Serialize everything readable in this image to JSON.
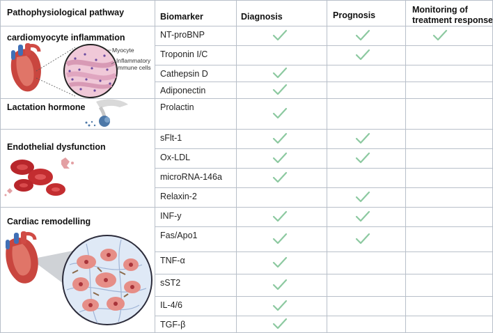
{
  "headers": {
    "pathway": "Pathophysiological pathway",
    "biomarker": "Biomarker",
    "diagnosis": "Diagnosis",
    "prognosis": "Prognosis",
    "monitoring_line1": "Monitoring of",
    "monitoring_line2": "treatment response"
  },
  "groups": [
    {
      "label": "cardiomyocyte inflammation"
    },
    {
      "label": "Lactation hormone"
    },
    {
      "label": "Endothelial dysfunction"
    },
    {
      "label": "Cardiac remodelling"
    }
  ],
  "illustration_labels": {
    "myocyte": "Myocyte",
    "immune_line1": "Inflammatory",
    "immune_line2": "immune cells"
  },
  "rows": [
    {
      "name": "NT-proBNP",
      "diagnosis": true,
      "prognosis": true,
      "monitoring": true
    },
    {
      "name": "Troponin I/C",
      "diagnosis": false,
      "prognosis": true,
      "monitoring": false
    },
    {
      "name": "Cathepsin D",
      "diagnosis": true,
      "prognosis": false,
      "monitoring": false
    },
    {
      "name": "Adiponectin",
      "diagnosis": true,
      "prognosis": false,
      "monitoring": false
    },
    {
      "name": "Prolactin",
      "diagnosis": true,
      "prognosis": false,
      "monitoring": false
    },
    {
      "name": "sFlt-1",
      "diagnosis": true,
      "prognosis": true,
      "monitoring": false
    },
    {
      "name": "Ox-LDL",
      "diagnosis": true,
      "prognosis": true,
      "monitoring": false
    },
    {
      "name": "microRNA-146a",
      "diagnosis": true,
      "prognosis": false,
      "monitoring": false
    },
    {
      "name": "Relaxin-2",
      "diagnosis": false,
      "prognosis": true,
      "monitoring": false
    },
    {
      "name": "INF-y",
      "diagnosis": true,
      "prognosis": true,
      "monitoring": false
    },
    {
      "name": "Fas/Apo1",
      "diagnosis": true,
      "prognosis": true,
      "monitoring": false
    },
    {
      "name": "TNF-α",
      "diagnosis": true,
      "prognosis": false,
      "monitoring": false
    },
    {
      "name": "sST2",
      "diagnosis": true,
      "prognosis": false,
      "monitoring": false
    },
    {
      "name": "IL-4/6",
      "diagnosis": true,
      "prognosis": false,
      "monitoring": false
    },
    {
      "name": "TGF-β",
      "diagnosis": true,
      "prognosis": false,
      "monitoring": false
    }
  ],
  "colors": {
    "check": "#8cc9a0",
    "grid": "#b8bfc9"
  }
}
